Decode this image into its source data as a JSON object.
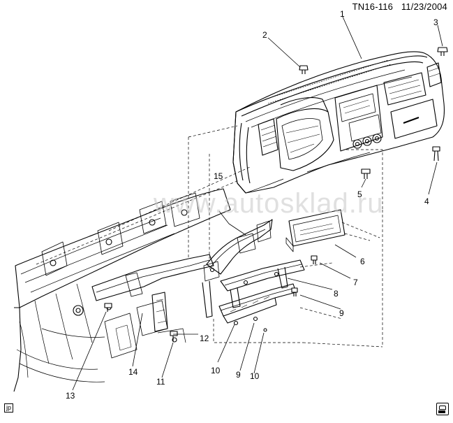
{
  "header": {
    "code": "TN16-116",
    "date": "11/23/2004"
  },
  "watermark": "www.autosklad.ru",
  "footer_tag": "jp",
  "corner_icon": "service-manual-icon",
  "callouts": [
    "1",
    "2",
    "3",
    "4",
    "5",
    "6",
    "7",
    "8",
    "9",
    "9",
    "10",
    "10",
    "11",
    "12",
    "13",
    "14",
    "15"
  ]
}
